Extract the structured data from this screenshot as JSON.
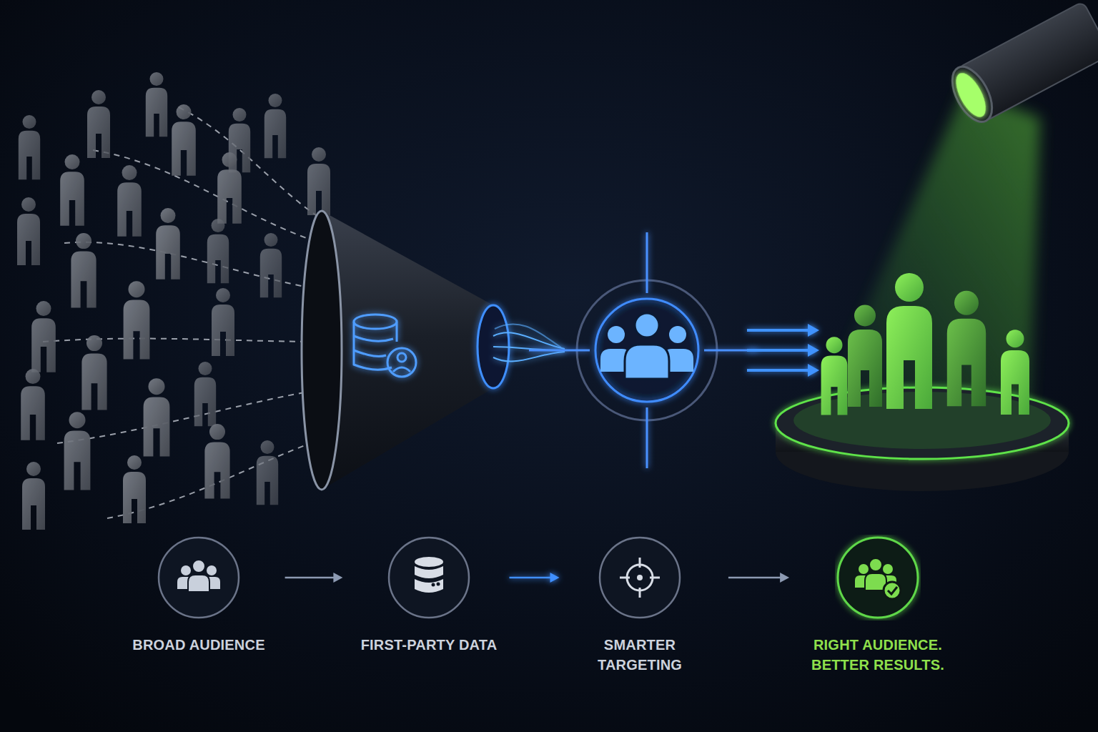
{
  "diagram": {
    "nodes": [
      {
        "text": [
          "BROAD AUDIENCE"
        ]
      },
      {
        "text": [
          "FIRST-PARTY DATA"
        ]
      },
      {
        "text": [
          "SMARTER TARGETING"
        ]
      },
      {
        "text": [
          "RIGHT AUDIENCE. BETTER RESULTS."
        ]
      }
    ],
    "edges": [
      {
        "from": 0,
        "to": 1,
        "arrow": "to"
      },
      {
        "from": 1,
        "to": 2,
        "arrow": "to"
      },
      {
        "from": 2,
        "to": 3,
        "arrow": "to"
      }
    ]
  }
}
